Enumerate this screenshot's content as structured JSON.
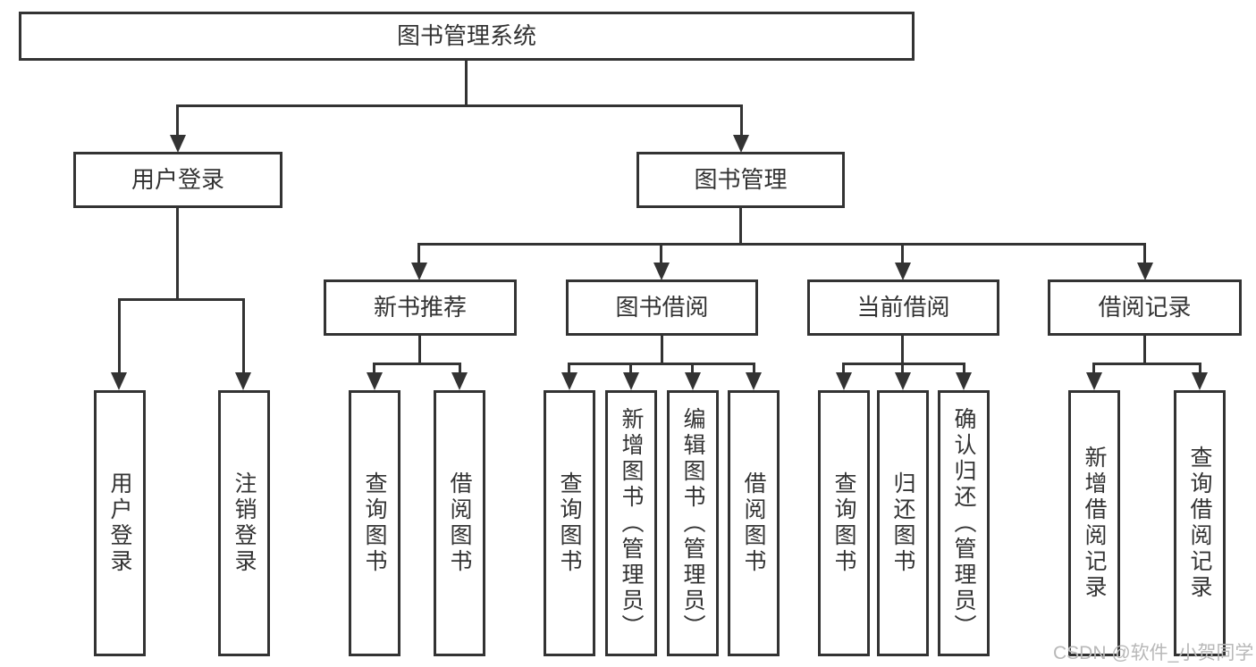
{
  "diagram": {
    "root": {
      "label": "图书管理系统"
    },
    "branches": {
      "user_login": {
        "label": "用户登录",
        "children": [
          {
            "label": "用户登录"
          },
          {
            "label": "注销登录"
          }
        ]
      },
      "book_mgmt": {
        "label": "图书管理",
        "sections": [
          {
            "label": "新书推荐",
            "children": [
              {
                "label": "查询图书"
              },
              {
                "label": "借阅图书"
              }
            ]
          },
          {
            "label": "图书借阅",
            "children": [
              {
                "label": "查询图书"
              },
              {
                "label": "新增图书（管理员）"
              },
              {
                "label": "编辑图书（管理员）"
              },
              {
                "label": "借阅图书"
              }
            ]
          },
          {
            "label": "当前借阅",
            "children": [
              {
                "label": "查询图书"
              },
              {
                "label": "归还图书"
              },
              {
                "label": "确认归还（管理员）"
              }
            ]
          },
          {
            "label": "借阅记录",
            "children": [
              {
                "label": "新增借阅记录"
              },
              {
                "label": "查询借阅记录"
              }
            ]
          }
        ]
      }
    }
  },
  "watermark": {
    "text": "CSDN @软件_小贺同学",
    "color": "#b8b8b8"
  },
  "colors": {
    "line": "#333333",
    "text": "#333333",
    "background": "#ffffff"
  }
}
